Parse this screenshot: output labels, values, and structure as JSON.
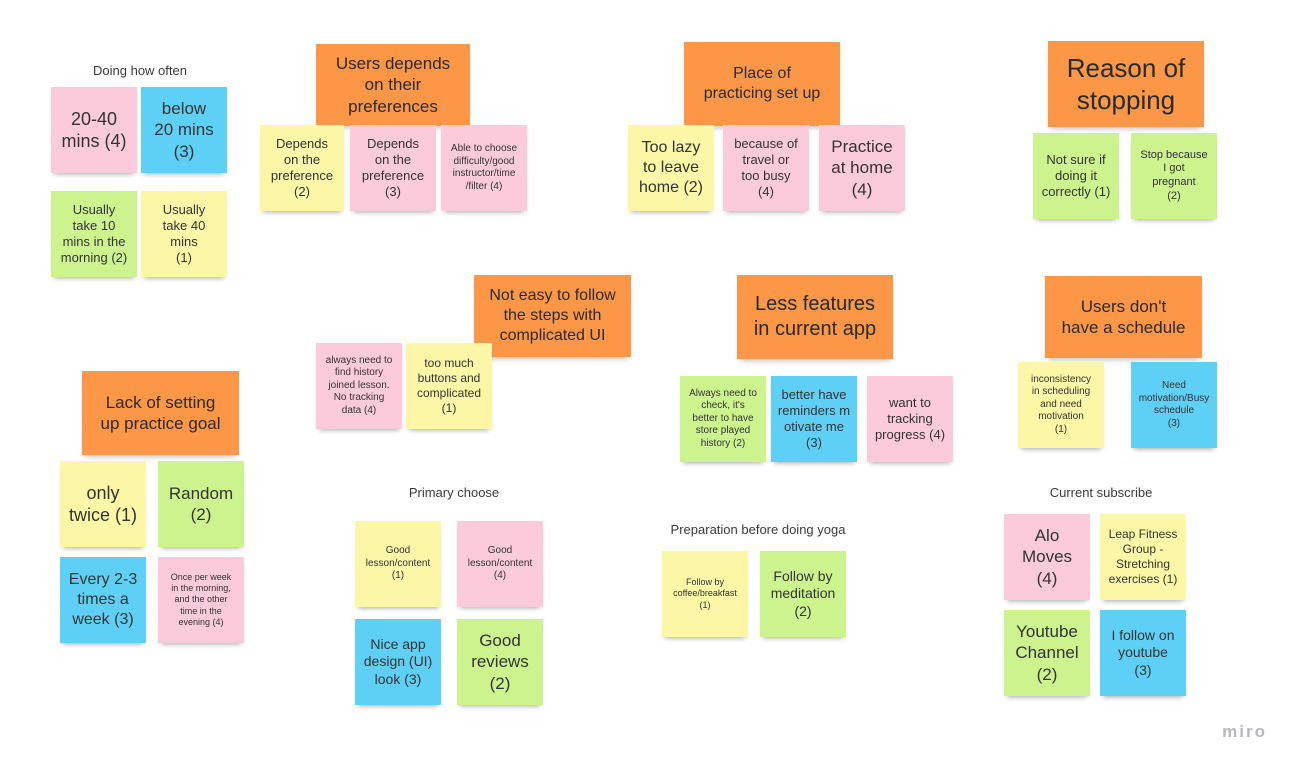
{
  "colors": {
    "orange": "#fb9747",
    "pink": "#fbcbdc",
    "blue": "#5ed0f5",
    "green": "#cdf38e",
    "yellow": "#fcf7a6"
  },
  "app": {
    "logo": "miro"
  },
  "labels": [
    {
      "id": "doing-how-often",
      "text": "Doing how often"
    },
    {
      "id": "primary-choose",
      "text": "Primary choose"
    },
    {
      "id": "preparation-before-yoga",
      "text": "Preparation before doing yoga"
    },
    {
      "id": "current-subscribe",
      "text": "Current subscribe"
    }
  ],
  "notes": [
    {
      "id": "n1",
      "color": "pink",
      "text": "20-40\nmins (4)"
    },
    {
      "id": "n2",
      "color": "blue",
      "text": "below\n20 mins\n(3)"
    },
    {
      "id": "n3",
      "color": "green",
      "text": "Usually\ntake 10\nmins in the\nmorning (2)"
    },
    {
      "id": "n4",
      "color": "yellow",
      "text": "Usually\ntake 40\nmins\n(1)"
    },
    {
      "id": "h1",
      "color": "orange",
      "text": "Users depends\non their\npreferences"
    },
    {
      "id": "n5",
      "color": "yellow",
      "text": "Depends\non the\npreference\n(2)"
    },
    {
      "id": "n6",
      "color": "pink",
      "text": "Depends\non the\npreference\n(3)"
    },
    {
      "id": "n7",
      "color": "pink",
      "text": "Able to choose\ndifficulty/good\ninstructor/time\n/filter (4)"
    },
    {
      "id": "h2",
      "color": "orange",
      "text": "Place of\npracticing set up"
    },
    {
      "id": "n8",
      "color": "yellow",
      "text": "Too lazy\nto leave\nhome (2)"
    },
    {
      "id": "n9",
      "color": "pink",
      "text": "because of\ntravel or\ntoo busy\n(4)"
    },
    {
      "id": "n10",
      "color": "pink",
      "text": "Practice\nat home\n(4)"
    },
    {
      "id": "h3",
      "color": "orange",
      "text": "Reason of\nstopping"
    },
    {
      "id": "n11",
      "color": "green",
      "text": "Not sure if\ndoing it\ncorrectly (1)"
    },
    {
      "id": "n12",
      "color": "green",
      "text": "Stop because\nI got\npregnant\n(2)"
    },
    {
      "id": "h4",
      "color": "orange",
      "text": "Not easy to follow\nthe steps with\ncomplicated UI"
    },
    {
      "id": "n13",
      "color": "pink",
      "text": "always need to\nfind history\njoined lesson.\nNo tracking\ndata (4)"
    },
    {
      "id": "n14",
      "color": "yellow",
      "text": "too much\nbuttons and\ncomplicated\n(1)"
    },
    {
      "id": "h5",
      "color": "orange",
      "text": "Less features\nin current app"
    },
    {
      "id": "n15",
      "color": "green",
      "text": "Always need to\ncheck, it's\nbetter to have\nstore played\nhistory (2)"
    },
    {
      "id": "n16",
      "color": "blue",
      "text": "better have\nreminders m\notivate me\n(3)"
    },
    {
      "id": "n17",
      "color": "pink",
      "text": "want to\ntracking\nprogress (4)"
    },
    {
      "id": "h6",
      "color": "orange",
      "text": "Users don't\nhave a schedule"
    },
    {
      "id": "n18",
      "color": "yellow",
      "text": "inconsistency\nin scheduling\nand need\nmotivation\n(1)"
    },
    {
      "id": "n19",
      "color": "blue",
      "text": "Need\nmotivation/Busy\nschedule\n(3)"
    },
    {
      "id": "h7",
      "color": "orange",
      "text": "Lack of setting\nup practice goal"
    },
    {
      "id": "n20",
      "color": "yellow",
      "text": "only\ntwice (1)"
    },
    {
      "id": "n21",
      "color": "green",
      "text": "Random\n(2)"
    },
    {
      "id": "n22",
      "color": "blue",
      "text": "Every 2-3\ntimes a\nweek (3)"
    },
    {
      "id": "n23",
      "color": "pink",
      "text": "Once per week\nin the morning,\nand the other\ntime in the\nevening (4)"
    },
    {
      "id": "n24",
      "color": "yellow",
      "text": "Good\nlesson/content\n(1)"
    },
    {
      "id": "n25",
      "color": "pink",
      "text": "Good\nlesson/content\n(4)"
    },
    {
      "id": "n26",
      "color": "blue",
      "text": "Nice app\ndesign (UI)\nlook (3)"
    },
    {
      "id": "n27",
      "color": "green",
      "text": "Good\nreviews\n(2)"
    },
    {
      "id": "n28",
      "color": "yellow",
      "text": "Follow by\ncoffee/breakfast\n(1)"
    },
    {
      "id": "n29",
      "color": "green",
      "text": "Follow by\nmeditation\n(2)"
    },
    {
      "id": "n30",
      "color": "pink",
      "text": "Alo\nMoves\n(4)"
    },
    {
      "id": "n31",
      "color": "yellow",
      "text": "Leap Fitness\nGroup -\nStretching\nexercises (1)"
    },
    {
      "id": "n32",
      "color": "green",
      "text": "Youtube\nChannel\n(2)"
    },
    {
      "id": "n33",
      "color": "blue",
      "text": "I follow on\nyoutube\n(3)"
    }
  ]
}
